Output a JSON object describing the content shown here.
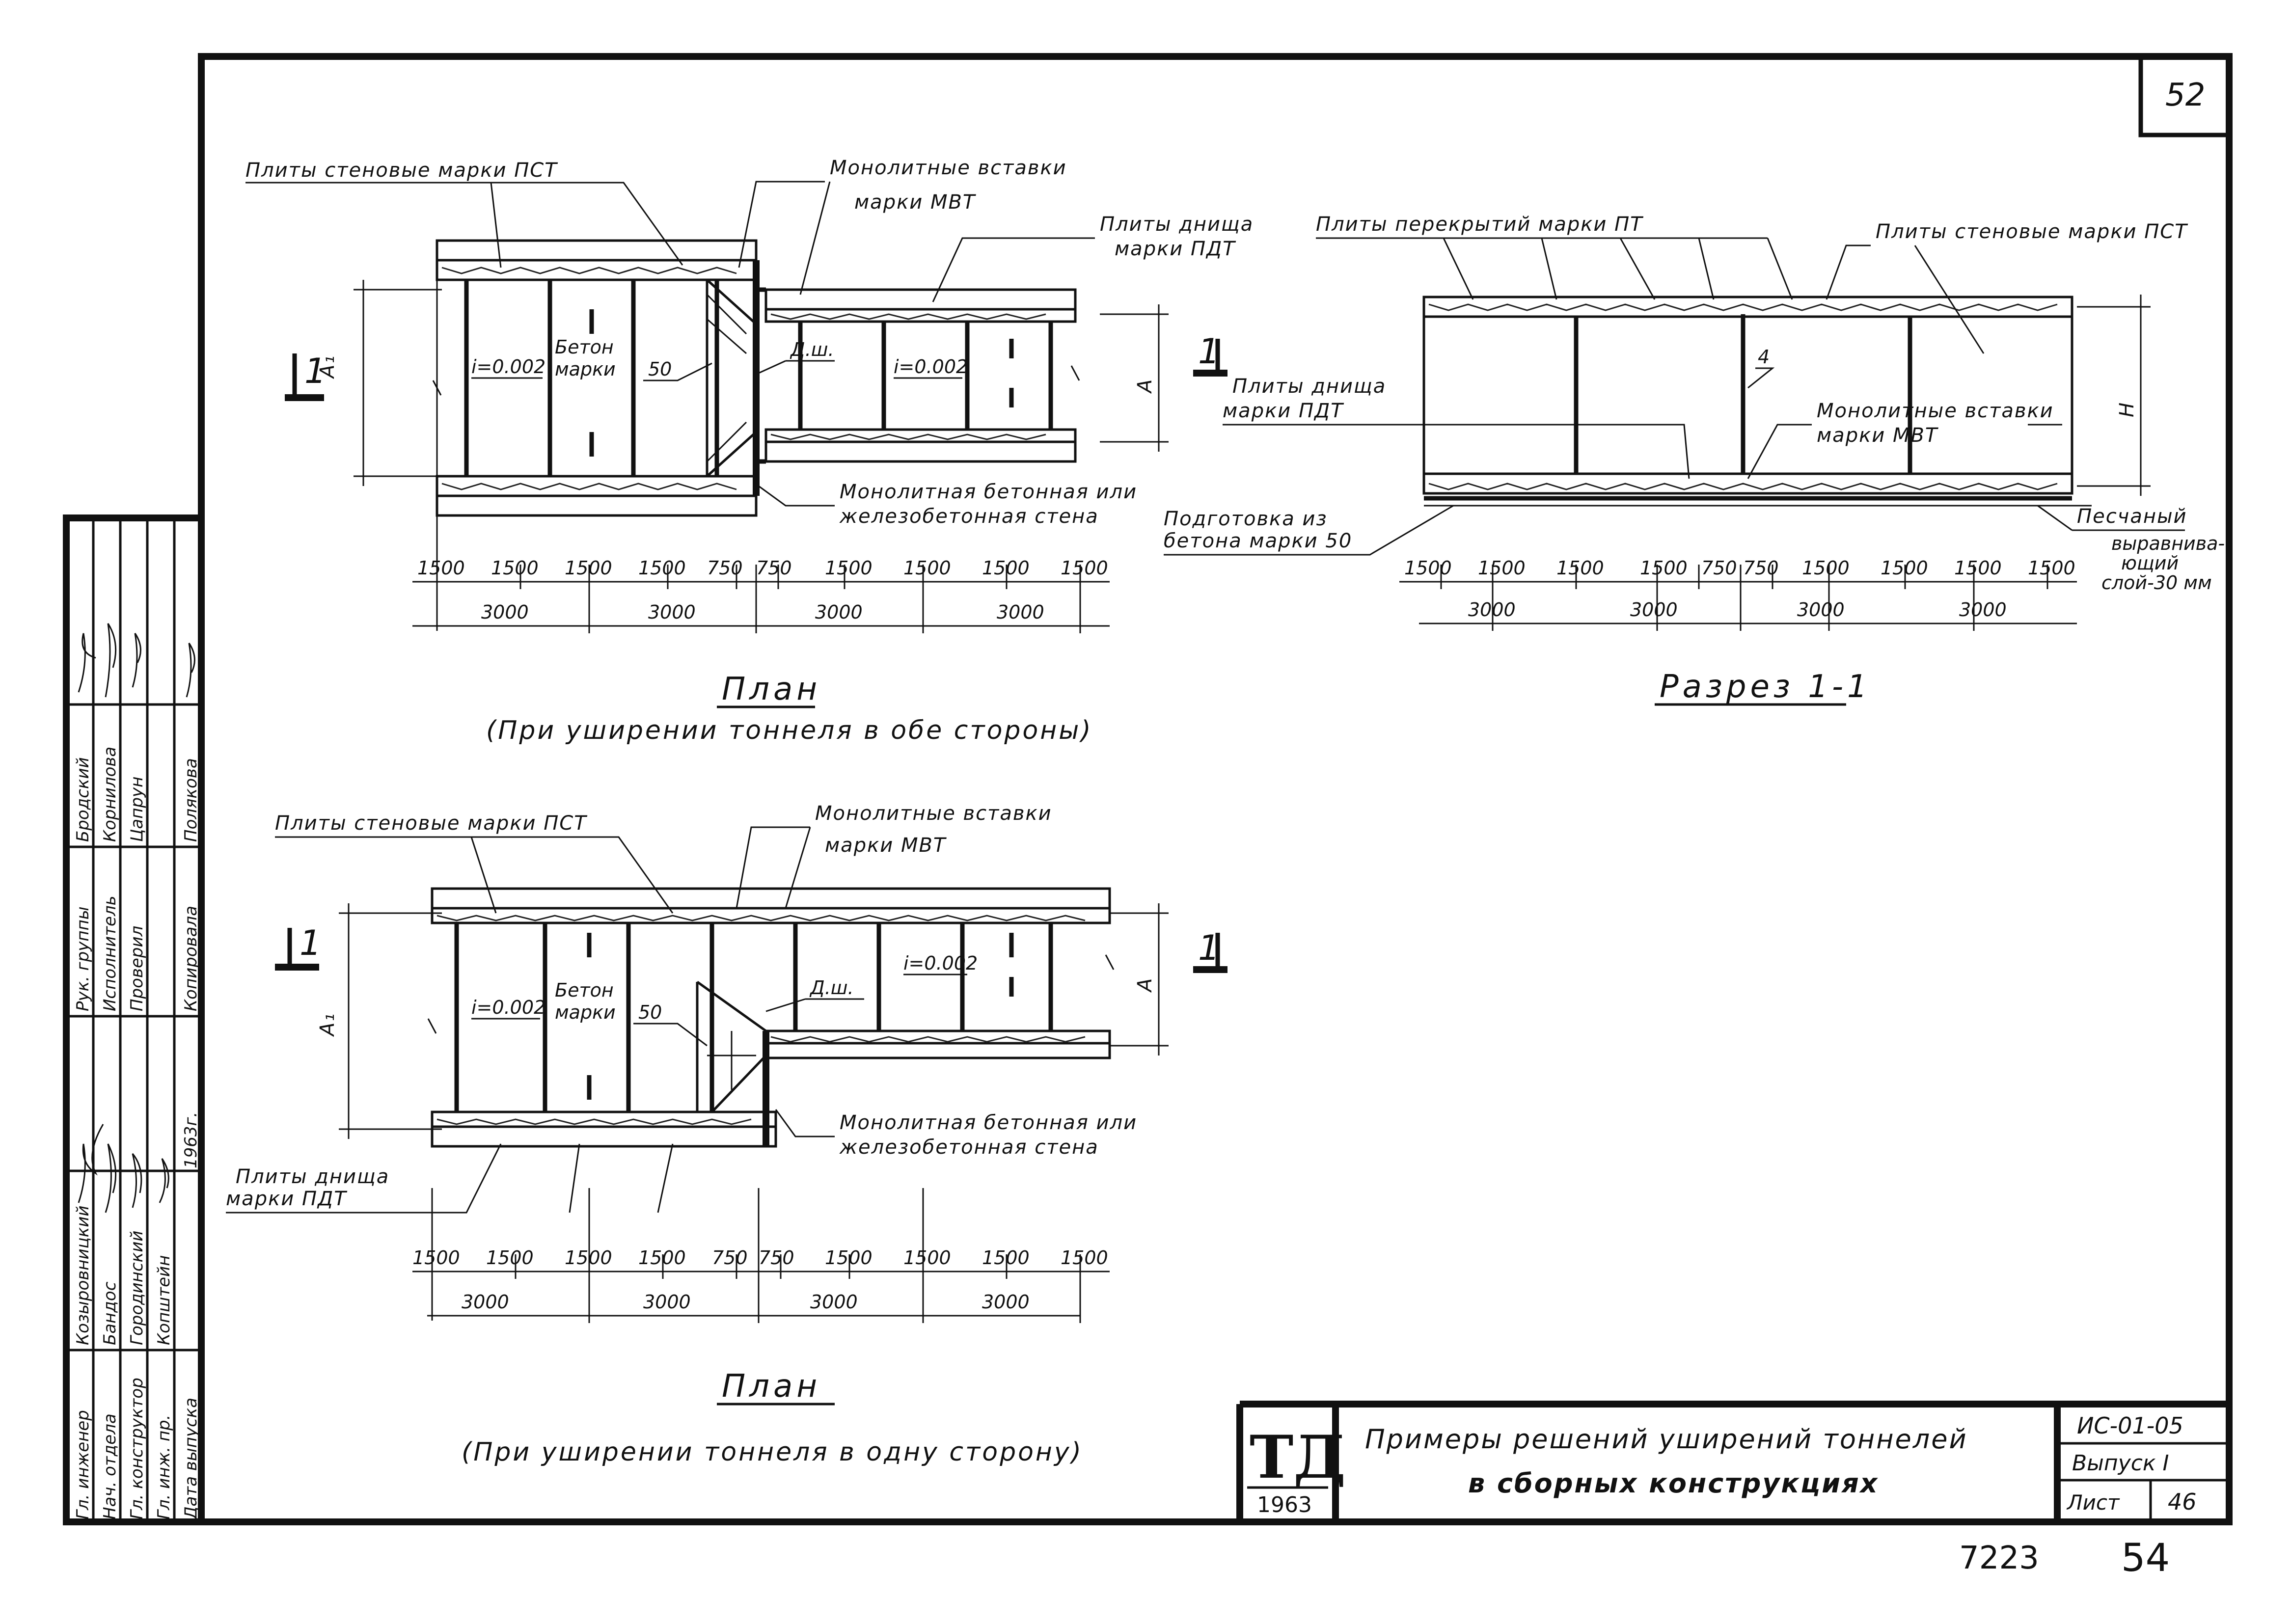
{
  "sheet_number": "52",
  "plan_top": {
    "label_wall_plates": "Плиты стеновые марки ПСТ",
    "label_mono_inserts": "Монолитные вставки",
    "label_mono_inserts_mark": "марки МВТ",
    "label_bottom_plates": "Плиты днища",
    "label_bottom_plates_mark": "марки ПДТ",
    "label_mono_wall": "Монолитная бетонная или",
    "label_mono_wall_2": "железобетонная стена",
    "slope_left": "i=0.002",
    "slope_right": "i=0.002",
    "concrete_1": "Бетон",
    "concrete_2": "марки",
    "concrete_mark": "50",
    "drain": "Д.ш.",
    "axis_A1": "А₁",
    "axis_A": "А",
    "section_mark": "1",
    "dims_small": [
      "1500",
      "1500",
      "1500",
      "1500",
      "750",
      "750",
      "1500",
      "1500",
      "1500",
      "1500"
    ],
    "dims_large": [
      "3000",
      "3000",
      "3000",
      "3000"
    ],
    "title": "План",
    "subtitle": "(При уширении тоннеля в обе стороны)"
  },
  "section": {
    "label_roof_plates": "Плиты перекрытий марки ПТ",
    "label_wall_plates": "Плиты стеновые марки ПСТ",
    "label_bottom_plates": "Плиты днища",
    "label_bottom_plates_mark": "марки ПДТ",
    "label_mono_inserts": "Монолитные вставки",
    "label_mono_inserts_mark": "марки МВТ",
    "label_prep": "Подготовка из",
    "label_prep_2": "бетона марки 50",
    "label_sand_1": "Песчаный",
    "label_sand_2": "выравнива-",
    "label_sand_3": "ющий",
    "label_sand_4": "слой-30 мм",
    "mark_4": "4",
    "axis_H": "Н",
    "dims_small": [
      "1500",
      "1500",
      "1500",
      "1500",
      "750",
      "750",
      "1500",
      "1500",
      "1500",
      "1500"
    ],
    "dims_large": [
      "3000",
      "3000",
      "3000",
      "3000"
    ],
    "title": "Разрез 1-1"
  },
  "plan_bottom": {
    "label_wall_plates": "Плиты стеновые марки ПСТ",
    "label_mono_inserts": "Монолитные вставки",
    "label_mono_inserts_mark": "марки МВТ",
    "label_bottom_plates": "Плиты днища",
    "label_bottom_plates_mark": "марки ПДТ",
    "label_mono_wall": "Монолитная бетонная или",
    "label_mono_wall_2": "железобетонная стена",
    "slope_left": "i=0.002",
    "slope_right": "i=0.002",
    "concrete_1": "Бетон",
    "concrete_2": "марки",
    "concrete_mark": "50",
    "drain": "Д.ш.",
    "axis_A1": "А₁",
    "axis_A": "А",
    "section_mark": "1",
    "dims_small": [
      "1500",
      "1500",
      "1500",
      "1500",
      "750",
      "750",
      "1500",
      "1500",
      "1500",
      "1500"
    ],
    "dims_large": [
      "3000",
      "3000",
      "3000",
      "3000"
    ],
    "title": "План",
    "subtitle": "(При уширении тоннеля в одну сторону)"
  },
  "title_block": {
    "logo": "ТД",
    "logo_year": "1963",
    "title_line1": "Примеры решений уширений тоннелей",
    "title_line2": "в сборных конструкциях",
    "code": "ИС-01-05",
    "issue": "Выпуск I",
    "sheet_label": "Лист",
    "sheet_value": "46",
    "archive_no": "7223",
    "page_no": "54"
  },
  "side_stamp": {
    "row1": [
      "Гл. инженер",
      "Козыровницкий"
    ],
    "row2": [
      "Нач. отдела",
      "Бандос"
    ],
    "row3": [
      "Гл. конструктор",
      "Городинский"
    ],
    "row4": [
      "Гл. инж. пр.",
      "Копштейн"
    ],
    "row5": [
      "Дата выпуска",
      "1963г."
    ],
    "row6": [
      "Рук. группы",
      "Бродский"
    ],
    "row7": [
      "Исполнитель",
      "Корнилова"
    ],
    "row8": [
      "Проверил",
      "Цапрун"
    ],
    "row9": [
      "Копировала",
      "Полякова"
    ]
  }
}
